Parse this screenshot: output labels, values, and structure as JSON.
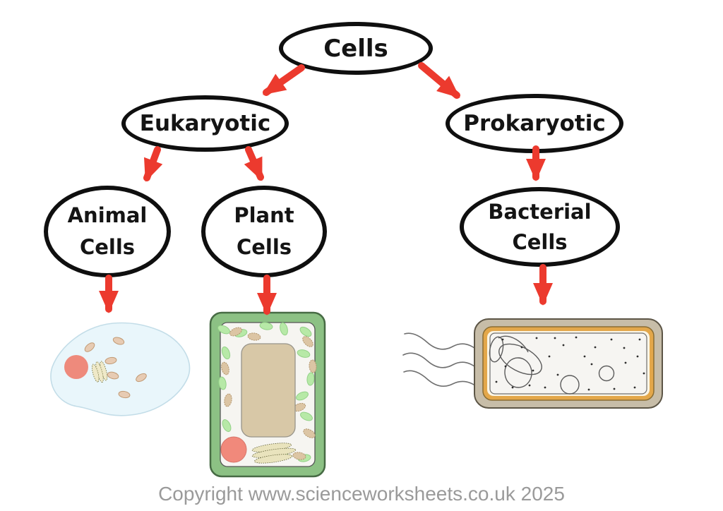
{
  "diagram": {
    "nodes": {
      "cells": {
        "label": "Cells"
      },
      "eukaryotic": {
        "label": "Eukaryotic"
      },
      "prokaryotic": {
        "label": "Prokaryotic"
      },
      "animal": {
        "line1": "Animal",
        "line2": "Cells"
      },
      "plant": {
        "line1": "Plant",
        "line2": "Cells"
      },
      "bacterial": {
        "line1": "Bacterial",
        "line2": "Cells"
      }
    },
    "edges": [
      {
        "from": "cells",
        "to": "eukaryotic"
      },
      {
        "from": "cells",
        "to": "prokaryotic"
      },
      {
        "from": "eukaryotic",
        "to": "animal"
      },
      {
        "from": "eukaryotic",
        "to": "plant"
      },
      {
        "from": "prokaryotic",
        "to": "bacterial"
      },
      {
        "from": "animal",
        "to": "animal-cell-illustration"
      },
      {
        "from": "plant",
        "to": "plant-cell-illustration"
      },
      {
        "from": "bacterial",
        "to": "bacterial-cell-illustration"
      }
    ],
    "colors": {
      "arrow_red": "#ec3a2e",
      "node_border": "#0f0f0f",
      "node_fill": "#ffffff",
      "node_text": "#141414"
    }
  },
  "illustrations": {
    "animal_cell": {
      "name": "animal-cell-illustration",
      "membrane_fill": "#e9f6fb",
      "membrane_stroke": "#c3dde8",
      "nucleus_fill": "#ee8a7c",
      "mitochondria_fill": "#e7cbb3"
    },
    "plant_cell": {
      "name": "plant-cell-illustration",
      "wall_fill": "#8cc184",
      "cytoplasm_fill": "#f6f5f1",
      "vacuole_fill": "#d8c8a7",
      "chloroplast_fill": "#b7e9a7",
      "mitochondria_fill": "#dcc5a4",
      "nucleus_fill": "#f1897b"
    },
    "bacterial_cell": {
      "name": "bacterial-cell-illustration",
      "capsule_fill": "#c7bda8",
      "wall_fill": "#e3a74a",
      "cytoplasm_fill": "#f6f5f2",
      "dna_stroke": "#5b5b5b",
      "flagella_stroke": "#6f6f6f"
    }
  },
  "footer": {
    "copyright": "Copyright www.scienceworksheets.co.uk 2025"
  }
}
